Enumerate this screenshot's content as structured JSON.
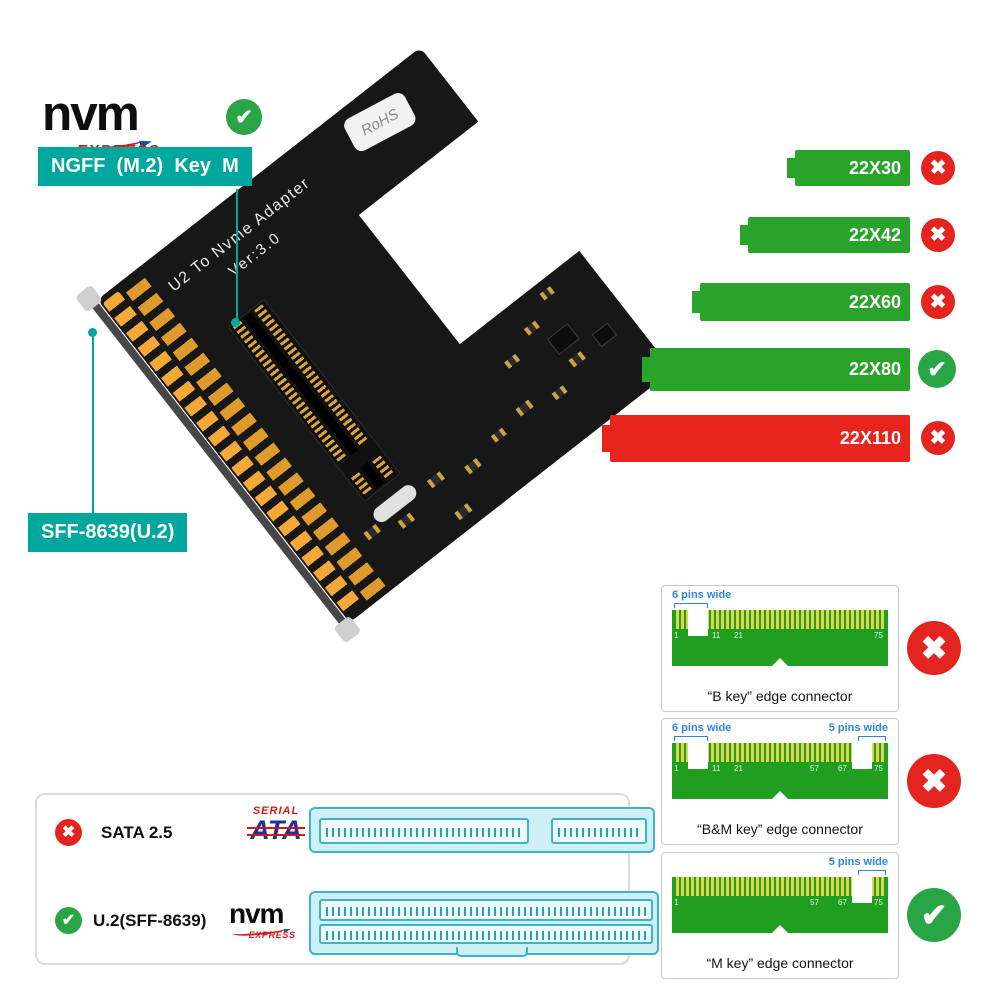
{
  "icons": {
    "check": "✔",
    "cross": "✖"
  },
  "logos": {
    "nvme": {
      "main": "nvm",
      "sub": "EXPRESS"
    },
    "sata": {
      "top": "SERIAL",
      "main": "ATA"
    }
  },
  "callouts": {
    "ngff": "NGFF  (M.2)  Key  M",
    "sff": "SFF-8639(U.2)"
  },
  "pcb": {
    "line1": "U2 To Nvme Adapter",
    "line2": "Ver:3.0",
    "sticker": "RoHS"
  },
  "size_chart": [
    {
      "label": "22X30",
      "ok": false
    },
    {
      "label": "22X42",
      "ok": false
    },
    {
      "label": "22X60",
      "ok": false
    },
    {
      "label": "22X80",
      "ok": true
    },
    {
      "label": "22X110",
      "ok": false
    }
  ],
  "key_cards": [
    {
      "caption": "“B key”  edge connector",
      "left_note": "6 pins wide",
      "right_note": "",
      "pins": [
        "1",
        "11",
        "21",
        "75"
      ],
      "ok": false
    },
    {
      "caption": "“B&M key”  edge connector",
      "left_note": "6 pins wide",
      "right_note": "5 pins wide",
      "pins": [
        "1",
        "11",
        "21",
        "57",
        "67",
        "75"
      ],
      "ok": false
    },
    {
      "caption": "“M key”  edge connector",
      "left_note": "",
      "right_note": "5 pins wide",
      "pins": [
        "1",
        "57",
        "67",
        "75"
      ],
      "ok": true
    }
  ],
  "compare": [
    {
      "label": "SATA 2.5",
      "ok": false
    },
    {
      "label": "U.2(SFF-8639)",
      "ok": true
    }
  ],
  "colors": {
    "teal": "#00a79c",
    "board_green": "#2aa32a",
    "board_red": "#e8251d",
    "check_green": "#2aa546",
    "cross_red": "#e4251f",
    "annotation_blue": "#2f86d6",
    "gold": "#f3a838"
  }
}
